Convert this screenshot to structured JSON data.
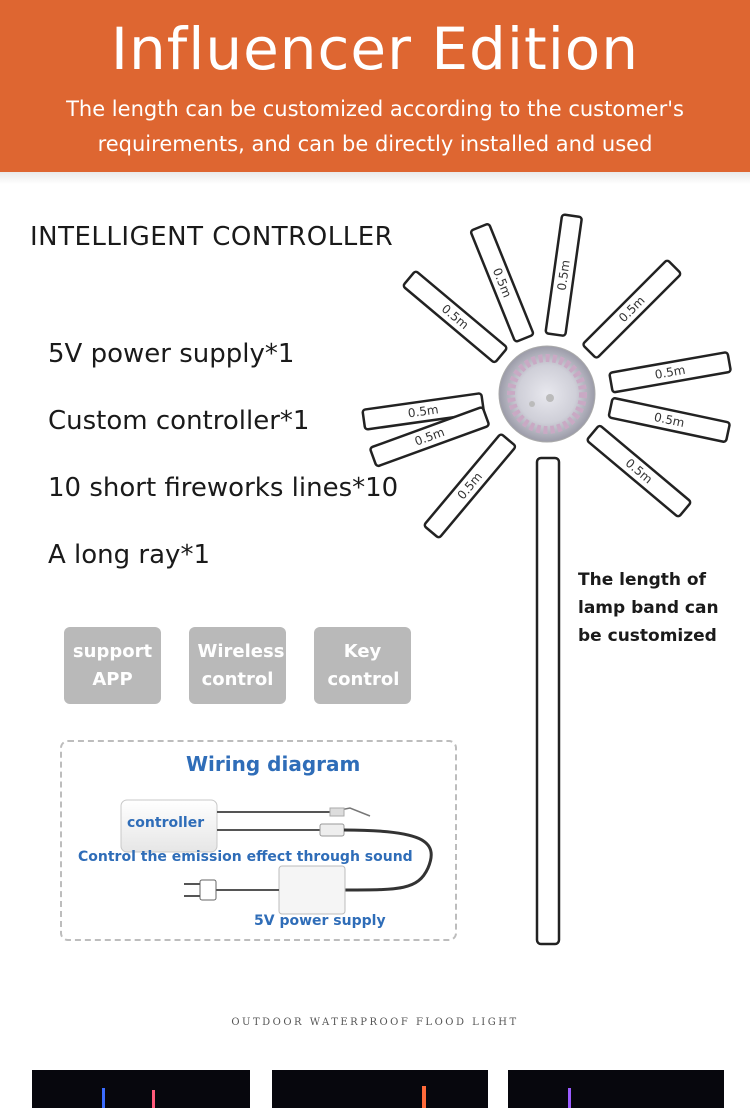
{
  "banner": {
    "title": "Influencer Edition",
    "subtitle": "The length can be customized according to the customer's requirements, and can be directly installed and used",
    "color": "#de6631"
  },
  "package": {
    "title": "INTELLIGENT CONTROLLER",
    "items": [
      "5V power supply*1",
      "Custom controller*1",
      "10 short fireworks lines*10",
      "A long ray*1"
    ]
  },
  "features": [
    "support APP",
    "Wireless control",
    "Key control"
  ],
  "wiring": {
    "title": "Wiring diagram",
    "controller_label": "controller",
    "sound_label": "Control the emission effect through sound",
    "power_label": "5V power supply"
  },
  "lamp": {
    "segment_label": "0.5m",
    "note": "The length of lamp band can be customized"
  },
  "footer_caption": "OUTDOOR WATERPROOF FLOOD LIGHT"
}
